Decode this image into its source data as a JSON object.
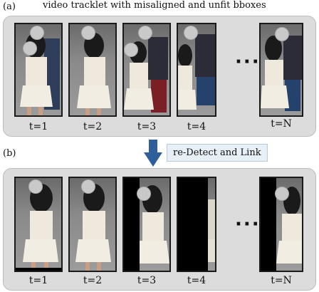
{
  "header": "video tracklet with misaligned and unfit bboxes",
  "panel_a_label": "(a)",
  "panel_b_label": "(b)",
  "link_label": "re-Detect and Link",
  "ellipsis": "···",
  "row_a_times": [
    "t=1",
    "t=2",
    "t=3",
    "t=4",
    "t=N"
  ],
  "row_b_times": [
    "t=1",
    "t=2",
    "t=3",
    "t=4",
    "t=N"
  ]
}
